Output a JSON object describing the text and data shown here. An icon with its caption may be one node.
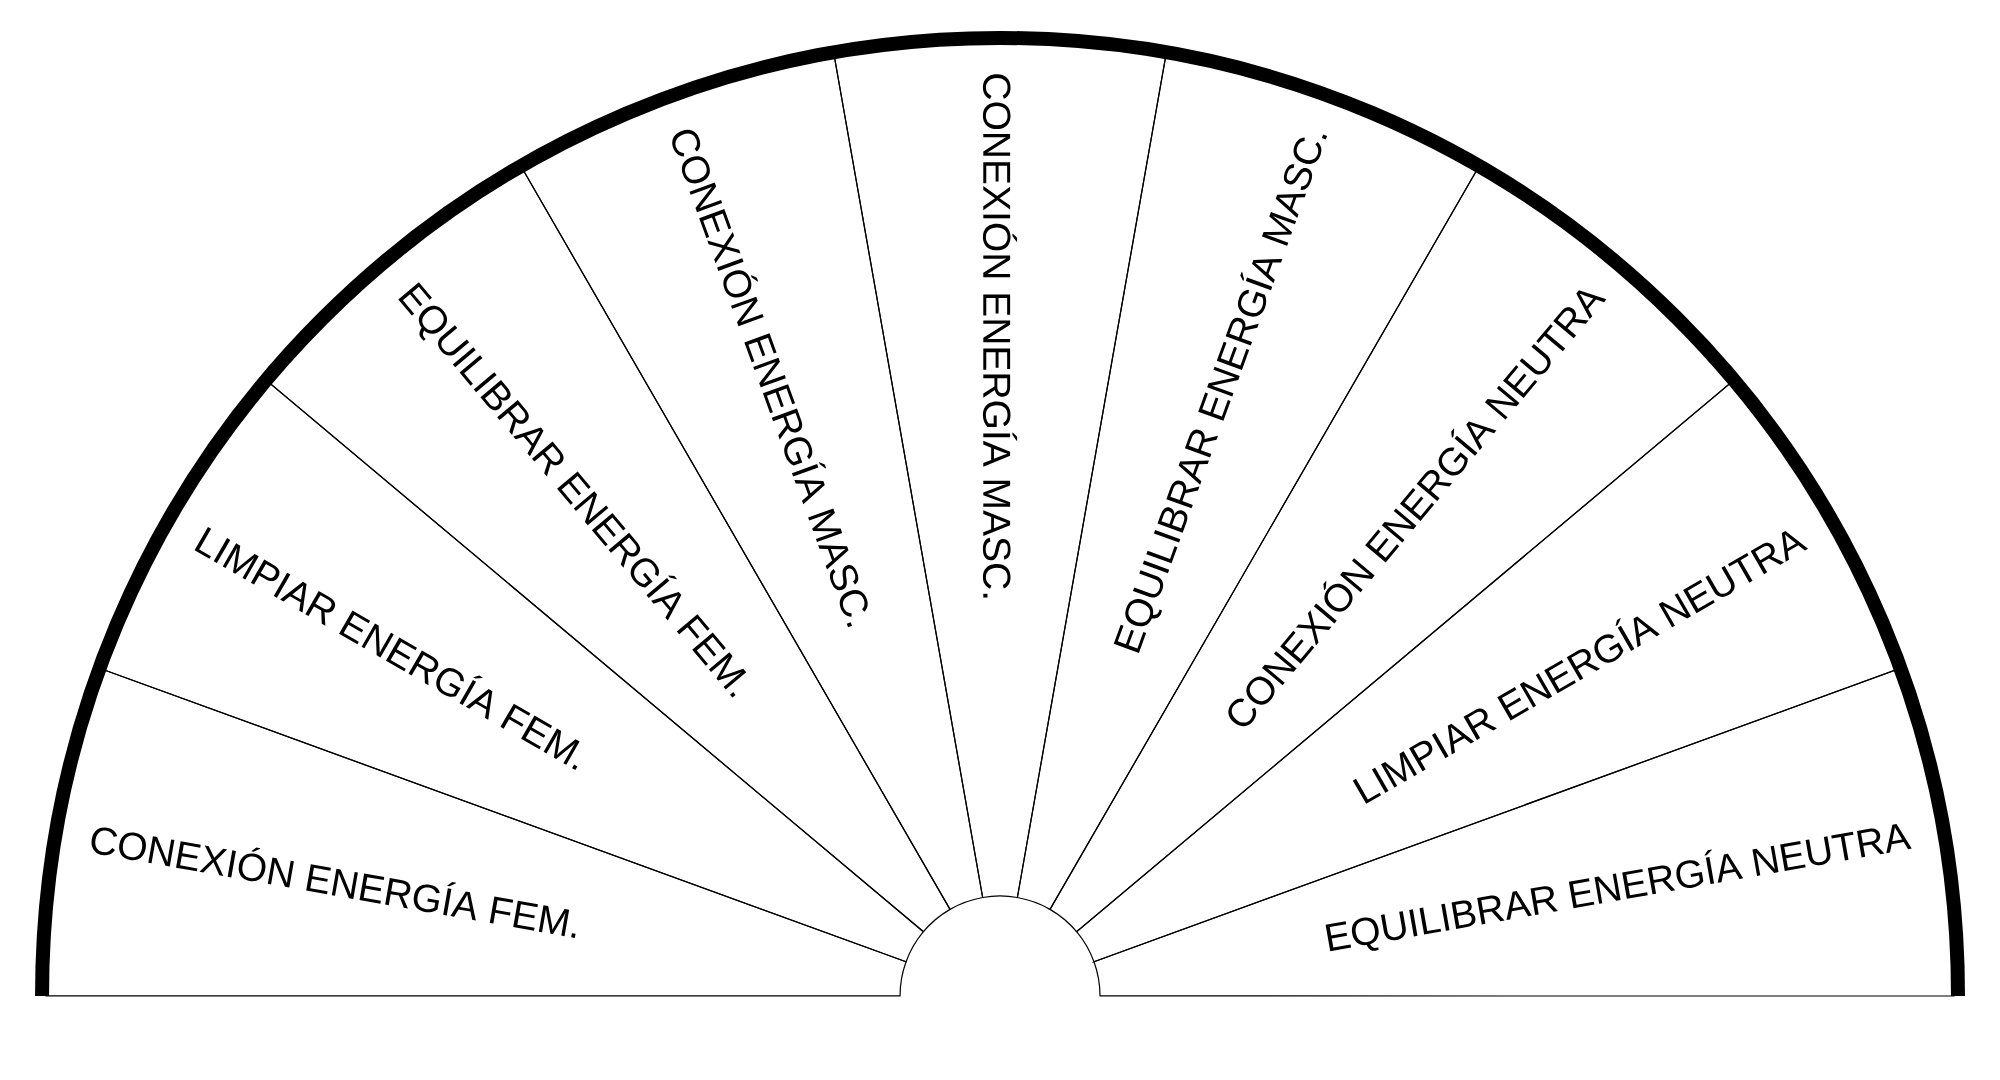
{
  "diagram": {
    "nodes": [
      {
        "text": [
          "CONEXIÓN ENERGÍA FEM."
        ]
      },
      {
        "text": [
          "LIMPIAR ENERGÍA FEM."
        ]
      },
      {
        "text": [
          "EQUILIBRAR ENERGÍA FEM."
        ]
      },
      {
        "text": [
          "CONEXIÓN ENERGÍA MASC."
        ]
      },
      {
        "text": [
          "CONEXIÓN ENERGÍA MASC."
        ]
      },
      {
        "text": [
          "EQUILIBRAR ENERGÍA MASC."
        ]
      },
      {
        "text": [
          "CONEXIÓN ENERGÍA NEUTRA"
        ]
      },
      {
        "text": [
          "LIMPIAR ENERGÍA NEUTRA"
        ]
      },
      {
        "text": [
          "EQUILIBRAR ENERGÍA NEUTRA"
        ]
      }
    ]
  }
}
